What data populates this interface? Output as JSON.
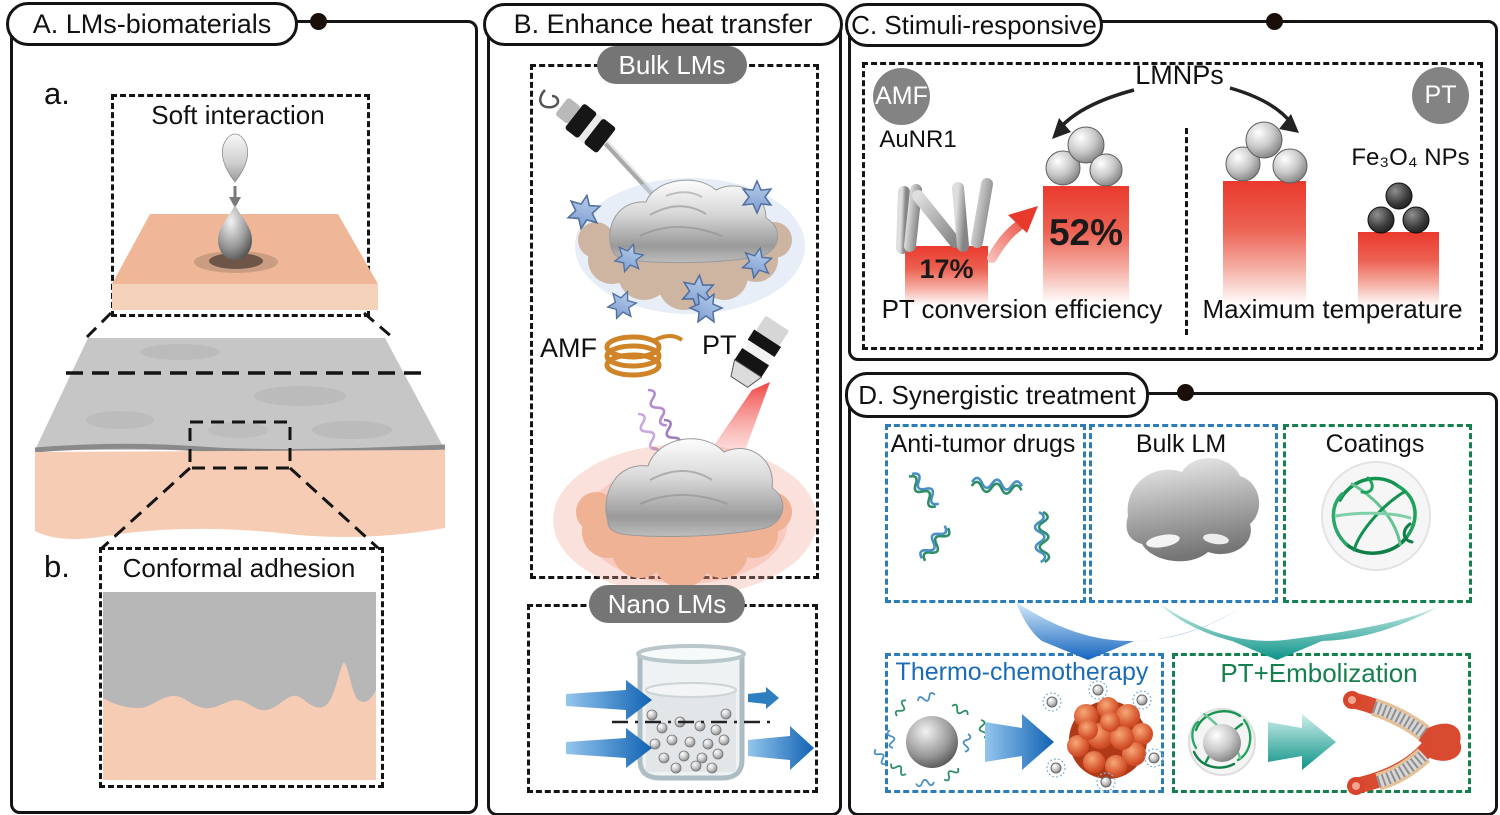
{
  "figure": {
    "panel_a": {
      "title": "A. LMs-biomaterials",
      "label_a": "a.",
      "soft_interaction_title": "Soft interaction",
      "label_b": "b.",
      "conformal_adhesion_title": "Conformal adhesion"
    },
    "panel_b": {
      "title": "B. Enhance heat transfer",
      "bulk_pill": "Bulk LMs",
      "amf_label": "AMF",
      "pt_label": "PT",
      "nano_pill": "Nano LMs"
    },
    "panel_c": {
      "title": "C. Stimuli-responsive",
      "amf_badge": "AMF",
      "pt_badge": "PT",
      "lmnps_label": "LMNPs",
      "aunr1_label": "AuNR1",
      "fe3o4_label": "Fe₃O₄ NPs",
      "low_value": "17%",
      "high_value": "52%",
      "left_caption": "PT conversion efficiency",
      "right_caption": "Maximum temperature"
    },
    "panel_d": {
      "title": "D. Synergistic treatment",
      "inputs": [
        "Anti-tumor drugs",
        "Bulk LM",
        "Coatings"
      ],
      "outputs": [
        "Thermo-chemotherapy",
        "PT+Embolization"
      ]
    }
  },
  "chart_data": [
    {
      "type": "bar",
      "title": "PT conversion efficiency",
      "categories": [
        "AuNR1",
        "LMNPs"
      ],
      "values": [
        17,
        52
      ],
      "unit": "%",
      "bar_color": "#e93a2d",
      "note": "red gradient bars fading to white at base; LMNP spheres sit on taller bar"
    },
    {
      "type": "bar",
      "title": "Maximum temperature",
      "categories": [
        "LMNPs",
        "Fe₃O₄ NPs"
      ],
      "values": [
        100,
        58
      ],
      "unit": "relative height (unlabeled)",
      "bar_color": "#e93a2d",
      "note": "heights estimated from pixels; bars unlabeled in source"
    }
  ],
  "colors": {
    "accent_red": "#e93a2d",
    "blue_dashed": "#2b7cb8",
    "green_dashed": "#15804d",
    "thermo_blue": "#1b6cb5",
    "embolization_green": "#15804d",
    "pill_gray": "#757575",
    "badge_gray": "#838383",
    "funnel_blue": "#1565c0",
    "funnel_teal": "#0d9488",
    "skin": "#f6cdb4",
    "liquid_metal_gray": "#b7b7b7",
    "star_blue": "#8fa8d8",
    "amf_coil_orange": "#d08428"
  }
}
